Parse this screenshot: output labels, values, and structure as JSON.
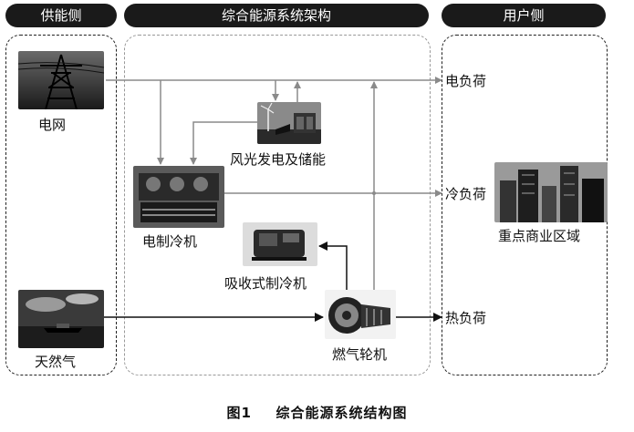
{
  "headers": {
    "supply": "供能侧",
    "system": "综合能源系统架构",
    "user": "用户侧"
  },
  "nodes": {
    "grid": "电网",
    "gas": "天然气",
    "wind_solar": "风光发电及储能",
    "electric_chiller": "电制冷机",
    "absorption_chiller": "吸收式制冷机",
    "gas_turbine": "燃气轮机",
    "commercial_area": "重点商业区域"
  },
  "loads": {
    "electric": "电负荷",
    "cold": "冷负荷",
    "heat": "热负荷"
  },
  "caption": {
    "figure": "图1",
    "title": "综合能源系统结构图"
  }
}
